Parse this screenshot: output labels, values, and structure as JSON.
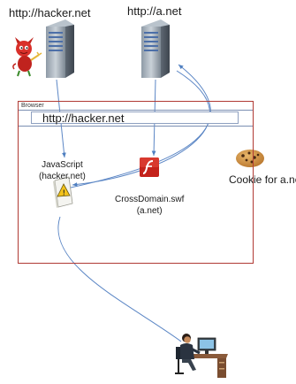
{
  "servers": {
    "hacker_label": "http://hacker.net",
    "a_label": "http://a.net"
  },
  "browser": {
    "title": "Browser",
    "url": "http://hacker.net"
  },
  "nodes": {
    "js_line1": "JavaScript",
    "js_line2": "(hacker.net)",
    "swf_line1": "CrossDomain.swf",
    "swf_line2": "(a.net)",
    "cookie_label": "Cookie for a.net"
  },
  "icons": [
    "server-icon",
    "devil-mascot-icon",
    "flash-icon",
    "warning-document-icon",
    "cookie-icon",
    "user-at-desk-icon"
  ],
  "colors": {
    "browser_border": "#b03a34",
    "arrow": "#5b86c5",
    "flash_red": "#c4221b"
  }
}
